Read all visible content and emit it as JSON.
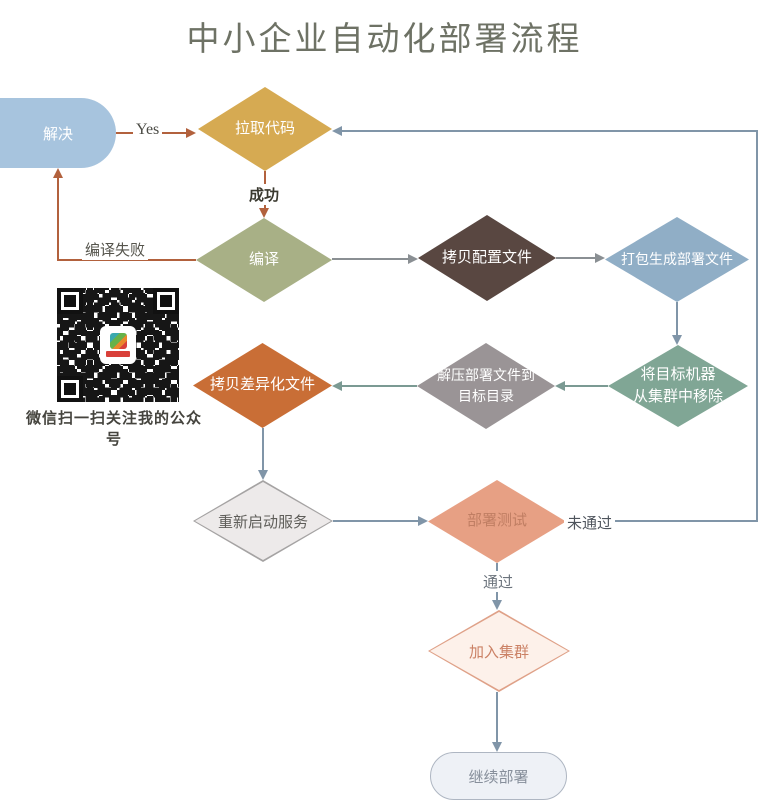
{
  "title": "中小企业自动化部署流程",
  "nodes": {
    "solve": {
      "label": "解决",
      "fill": "#a7c4de"
    },
    "pull_code": {
      "label": "拉取代码",
      "fill": "#d6aa52"
    },
    "compile": {
      "label": "编译",
      "fill": "#a8b086"
    },
    "copy_config": {
      "label": "拷贝配置文件",
      "fill": "#594741"
    },
    "package": {
      "label": "打包生成部署文件",
      "fill": "#90aec6"
    },
    "remove_from_cluster": {
      "line1": "将目标机器",
      "line2": "从集群中移除",
      "fill": "#80a695"
    },
    "unzip": {
      "line1": "解压部署文件到",
      "line2": "目标目录",
      "fill": "#9a9496"
    },
    "copy_diff": {
      "label": "拷贝差异化文件",
      "fill": "#c96e36"
    },
    "restart_service": {
      "label": "重新启动服务",
      "fill": "#edeaea",
      "border": "#a5a3a3",
      "text": "#5f5e5a"
    },
    "deploy_test": {
      "label": "部署测试",
      "fill": "#e7a084",
      "text": "#c07e63"
    },
    "join_cluster": {
      "label": "加入集群",
      "fill": "#fdf1ea",
      "border": "#dfa188",
      "text": "#cb8165"
    },
    "continue_deploy": {
      "label": "继续部署",
      "fill": "#eef1f6",
      "border": "#aeb6c2",
      "text": "#878f9b"
    }
  },
  "edge_labels": {
    "yes": "Yes",
    "success": "成功",
    "compile_fail": "编译失败",
    "not_pass": "未通过",
    "pass": "通过"
  },
  "qr": {
    "caption": "微信扫一扫关注我的公众号"
  },
  "colors": {
    "title_text": "#6e7265",
    "arrow_red": "#b2613d",
    "arrow_gray": "#8a8f93",
    "arrow_teal": "#7b9a93",
    "arrow_blue": "#8095a8"
  }
}
